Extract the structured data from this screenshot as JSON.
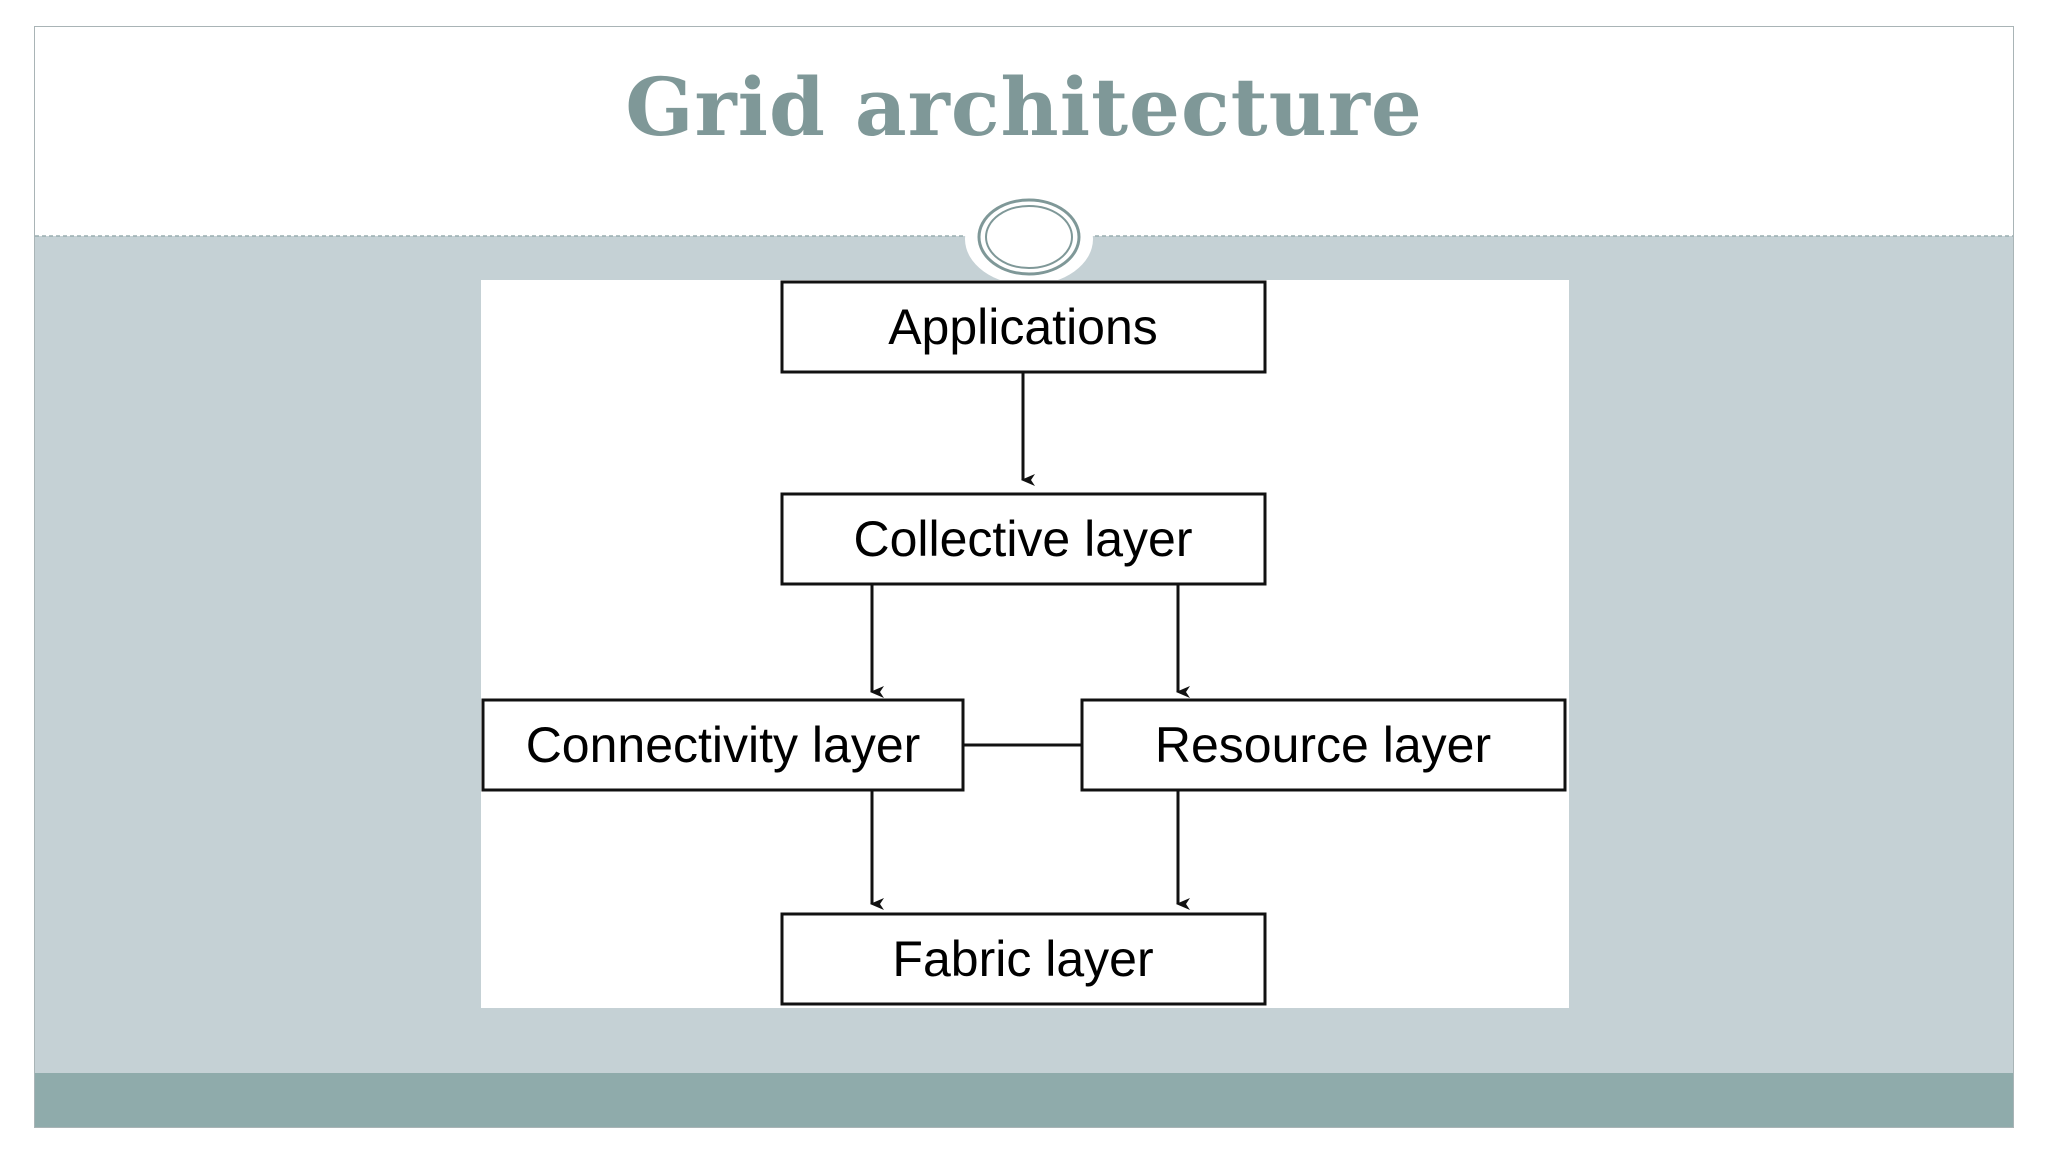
{
  "slide": {
    "title": "Grid architecture"
  },
  "colors": {
    "title": "#7f9898",
    "content_band": "#c5d1d5",
    "footer_band": "#8fabab",
    "ornament": "#7f9898"
  },
  "diagram": {
    "nodes": [
      {
        "id": "applications",
        "label": "Applications"
      },
      {
        "id": "collective",
        "label": "Collective layer"
      },
      {
        "id": "connectivity",
        "label": "Connectivity layer"
      },
      {
        "id": "resource",
        "label": "Resource layer"
      },
      {
        "id": "fabric",
        "label": "Fabric layer"
      }
    ],
    "edges": [
      {
        "from": "applications",
        "to": "collective",
        "directed": true
      },
      {
        "from": "collective",
        "to": "connectivity",
        "directed": true
      },
      {
        "from": "collective",
        "to": "resource",
        "directed": true
      },
      {
        "from": "connectivity",
        "to": "resource",
        "directed": false
      },
      {
        "from": "connectivity",
        "to": "fabric",
        "directed": true
      },
      {
        "from": "resource",
        "to": "fabric",
        "directed": true
      }
    ]
  }
}
